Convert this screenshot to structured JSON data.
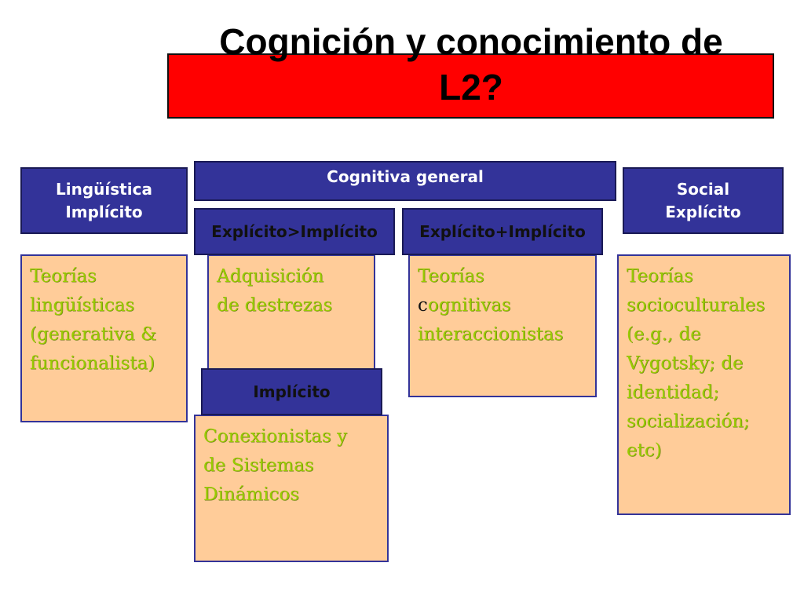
{
  "title": {
    "line1": "Cognición y conocimiento de",
    "line2": "L2?"
  },
  "headers": {
    "linguistica": {
      "line1": "Lingüística",
      "line2": "Implícito"
    },
    "cognitiva_general": "Cognitiva general",
    "social": {
      "line1": "Social",
      "line2": "Explícito"
    },
    "explicito_implicito": "Explícito>Implícito",
    "explicito_mas_implicito": "Explícito+Implícito",
    "implicito": "Implícito"
  },
  "boxes": {
    "teorias_linguisticas": [
      "Teorías",
      "lingüísticas",
      "(generativa &",
      "funcionalista)"
    ],
    "adquisicion": [
      "Adquisición",
      "de destrezas"
    ],
    "teorias_cognitivas": {
      "line1": "Teorías",
      "line2_lead": "c",
      "line2_rest": "ognitivas",
      "line3": "interaccionistas"
    },
    "socioculturales": [
      "Teorías",
      "socioculturales",
      "(e.g., de",
      "Vygotsky; de",
      "identidad;",
      "socialización;",
      "etc)"
    ],
    "conexionistas": [
      "Conexionistas y",
      "de Sistemas",
      "Dinámicos"
    ]
  },
  "colors": {
    "title_bar": "#ff0000",
    "header_fill": "#333399",
    "box_fill": "#ffcc99",
    "box_text": "#99cc00"
  }
}
